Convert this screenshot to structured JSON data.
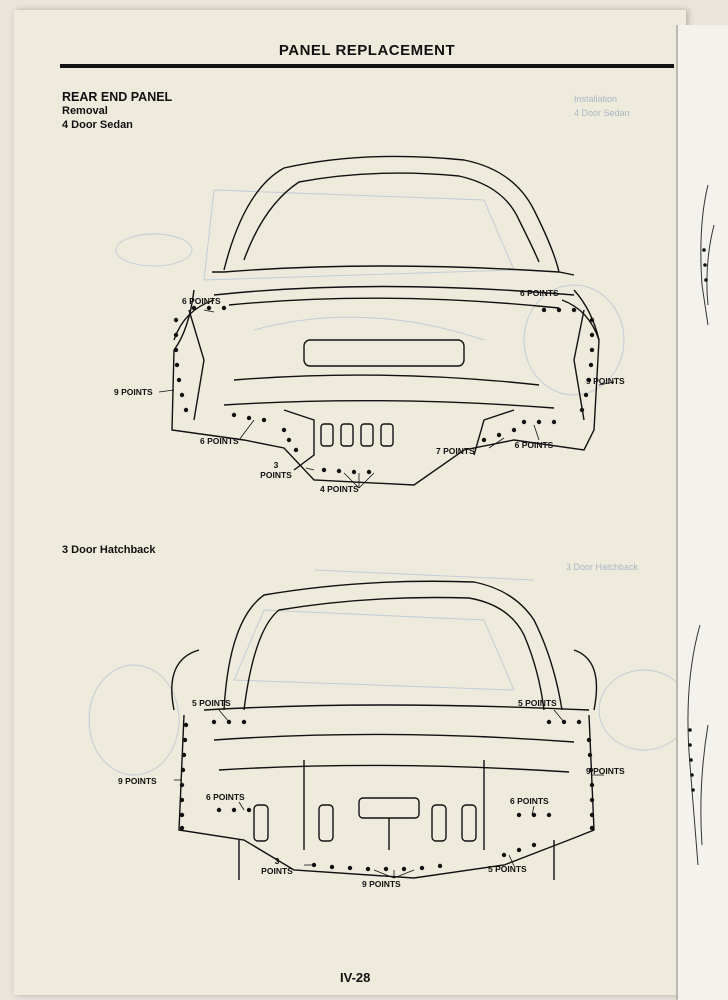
{
  "header": {
    "title": "PANEL REPLACEMENT"
  },
  "section": {
    "title": "REAR END PANEL",
    "removal": "Removal",
    "sedan": "4 Door Sedan",
    "hatch": "3 Door Hatchback"
  },
  "sedan_labels": {
    "p6_left": "6 POINTS",
    "p6_right": "6 POINTS",
    "p9_left": "9 POINTS",
    "p9_right": "9 POINTS",
    "p6_lower": "6 POINTS",
    "p7": "7 POINTS",
    "p6_lower_right": "6 POINTS",
    "p3": "3 POINTS",
    "p4": "4 POINTS"
  },
  "hatch_labels": {
    "p5_left": "5 POINTS",
    "p5_right": "5 POINTS",
    "p9_left": "9 POINTS",
    "p9_right": "9 POINTS",
    "p6_left": "6 POINTS",
    "p6_right": "6 POINTS",
    "p3": "3 POINTS",
    "p9_bottom": "9 POINTS",
    "p5_bottom": "5 POINTS"
  },
  "page_number": "IV-28",
  "colors": {
    "paper": "#eeebdd",
    "ink": "#111111",
    "ghost": "#a9b7c2"
  }
}
